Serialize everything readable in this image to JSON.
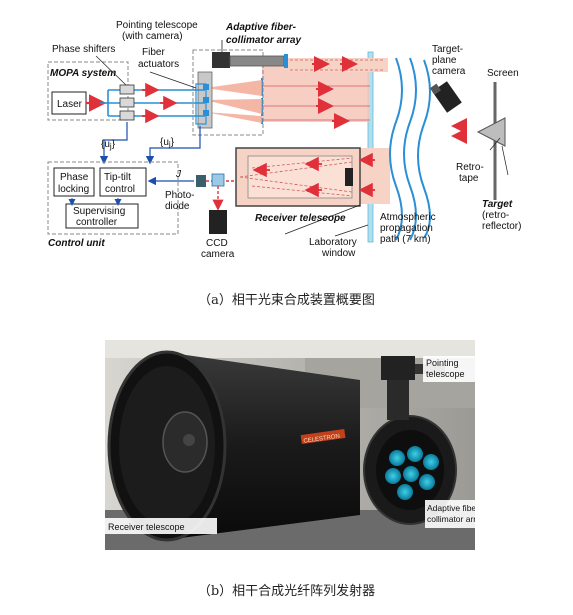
{
  "diagram_a": {
    "pointing_telescope": "Pointing telescope",
    "with_camera": "(with camera)",
    "afca_line1": "Adaptive fiber-",
    "afca_line2": "collimator array",
    "phase_shifters": "Phase shifters",
    "fiber_actuators_1": "Fiber",
    "fiber_actuators_2": "actuators",
    "mopa": "MOPA system",
    "laser": "Laser",
    "u1": "{u",
    "u1_sub": "j",
    "u1_close": "}",
    "u2": "{u",
    "u2_sub": "j",
    "u2_close": "}",
    "phase_locking_1": "Phase",
    "phase_locking_2": "locking",
    "tiptilt_1": "Tip-tilt",
    "tiptilt_2": "control",
    "supervising_1": "Supervising",
    "supervising_2": "controller",
    "control_unit": "Control unit",
    "j_label": "J",
    "photodiode_1": "Photo-",
    "photodiode_2": "diode",
    "ccd_1": "CCD",
    "ccd_2": "camera",
    "receiver_telescope": "Receiver telescope",
    "lab_window_1": "Laboratory",
    "lab_window_2": "window",
    "atmos_1": "Atmospheric",
    "atmos_2": "propagation",
    "atmos_3": "path (7 km)",
    "target_plane_1": "Target-",
    "target_plane_2": "plane",
    "target_plane_3": "camera",
    "screen": "Screen",
    "retro_1": "Retro-",
    "retro_2": "tape",
    "target_1": "Target",
    "target_2": "(retro-",
    "target_3": "reflector)"
  },
  "caption_a": "（a）相干光束合成装置概要图",
  "photo_b": {
    "pointing_1": "Pointing",
    "pointing_2": "telescope",
    "receiver": "Receiver telescope",
    "afca_1": "Adaptive fiber-",
    "afca_2": "collimator array",
    "brand": "CELESTRON"
  },
  "caption_b": "（b）相干合成光纤阵列发射器",
  "colors": {
    "beam_blue": "#2a8fd6",
    "beam_pink": "#f6c6b8",
    "arrow_red": "#e0303a"
  }
}
